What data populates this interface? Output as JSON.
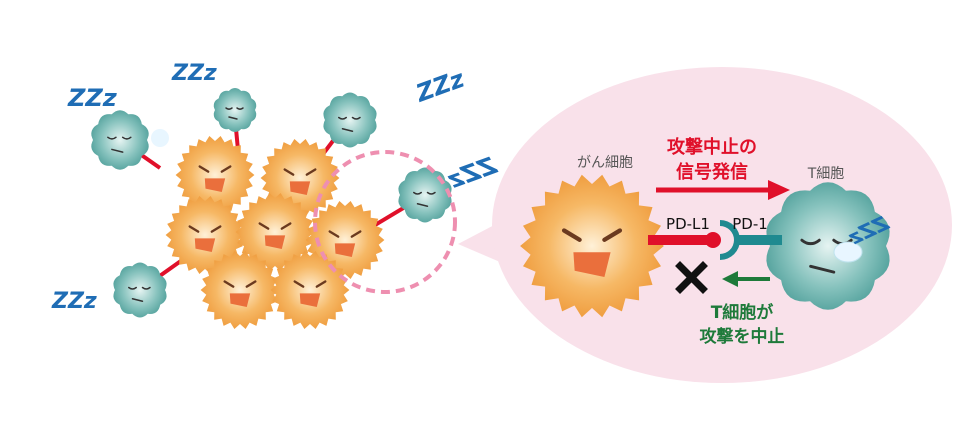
{
  "labels": {
    "cancer_cell": "がん細胞",
    "t_cell": "T細胞",
    "signal_line1": "攻撃中止の",
    "signal_line2": "信号発信",
    "pd_l1": "PD-L1",
    "pd_1": "PD-1",
    "stop_line1": "T細胞が",
    "stop_line2": "攻撃を中止",
    "sleep": "ZZz"
  },
  "colors": {
    "cancer": "#f0a040",
    "tcell": "#5aa9a4",
    "pdl1": "#e0102a",
    "pd1": "#1f8a90",
    "signal_text": "#e0102a",
    "stop_text": "#1e7a3a",
    "bubble": "#f9e1ea",
    "dashed_circle": "#ee8fb0",
    "zzz": "#1f6db5"
  }
}
